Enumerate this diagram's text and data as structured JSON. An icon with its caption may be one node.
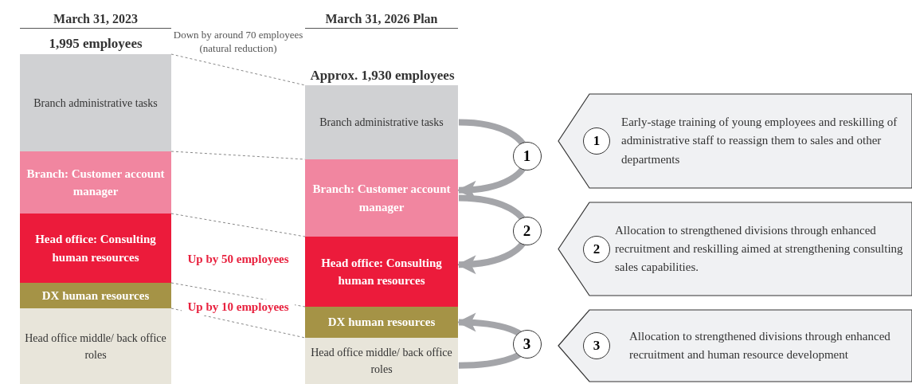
{
  "diagram": {
    "nodes": [
      {
        "text": [
          "Branch administrative tasks"
        ]
      },
      {
        "text": [
          "Branch: Customer account manager"
        ]
      },
      {
        "text": [
          "Head office: Consulting human resources"
        ]
      },
      {
        "text": [
          "DX human resources"
        ]
      },
      {
        "text": [
          "Head office middle/ back office roles"
        ]
      },
      {
        "text": [
          "Branch administrative tasks"
        ]
      },
      {
        "text": [
          "Branch: Customer account manager"
        ]
      },
      {
        "text": [
          "Head office: Consulting human resources"
        ]
      },
      {
        "text": [
          "DX human resources"
        ]
      },
      {
        "text": [
          "Head office middle/ back office roles"
        ]
      },
      {
        "text": [
          "1",
          "Early-stage training of young employees and reskilling of administrative staff to reassign them to sales and other departments"
        ]
      },
      {
        "text": [
          "2",
          "Allocation to strengthened divisions through enhanced recruitment and reskilling aimed at strengthening consulting sales capabilities."
        ]
      },
      {
        "text": [
          "3",
          "Allocation to strengthened divisions through enhanced recruitment and human resource development"
        ]
      }
    ],
    "edges": [
      {
        "from": 5,
        "to": 6,
        "arrow": "to",
        "label": "1"
      },
      {
        "from": 6,
        "to": 7,
        "arrow": "to",
        "label": "2"
      },
      {
        "from": 9,
        "to": 8,
        "arrow": "to",
        "label": "3"
      }
    ],
    "labels": [
      "March 31, 2023",
      "March 31, 2026 Plan",
      "1,995 employees",
      "Down by around 70 employees (natural reduction)",
      "Approx. 1,930 employees",
      "Up by 50 employees",
      "Up by 10 employees"
    ]
  }
}
